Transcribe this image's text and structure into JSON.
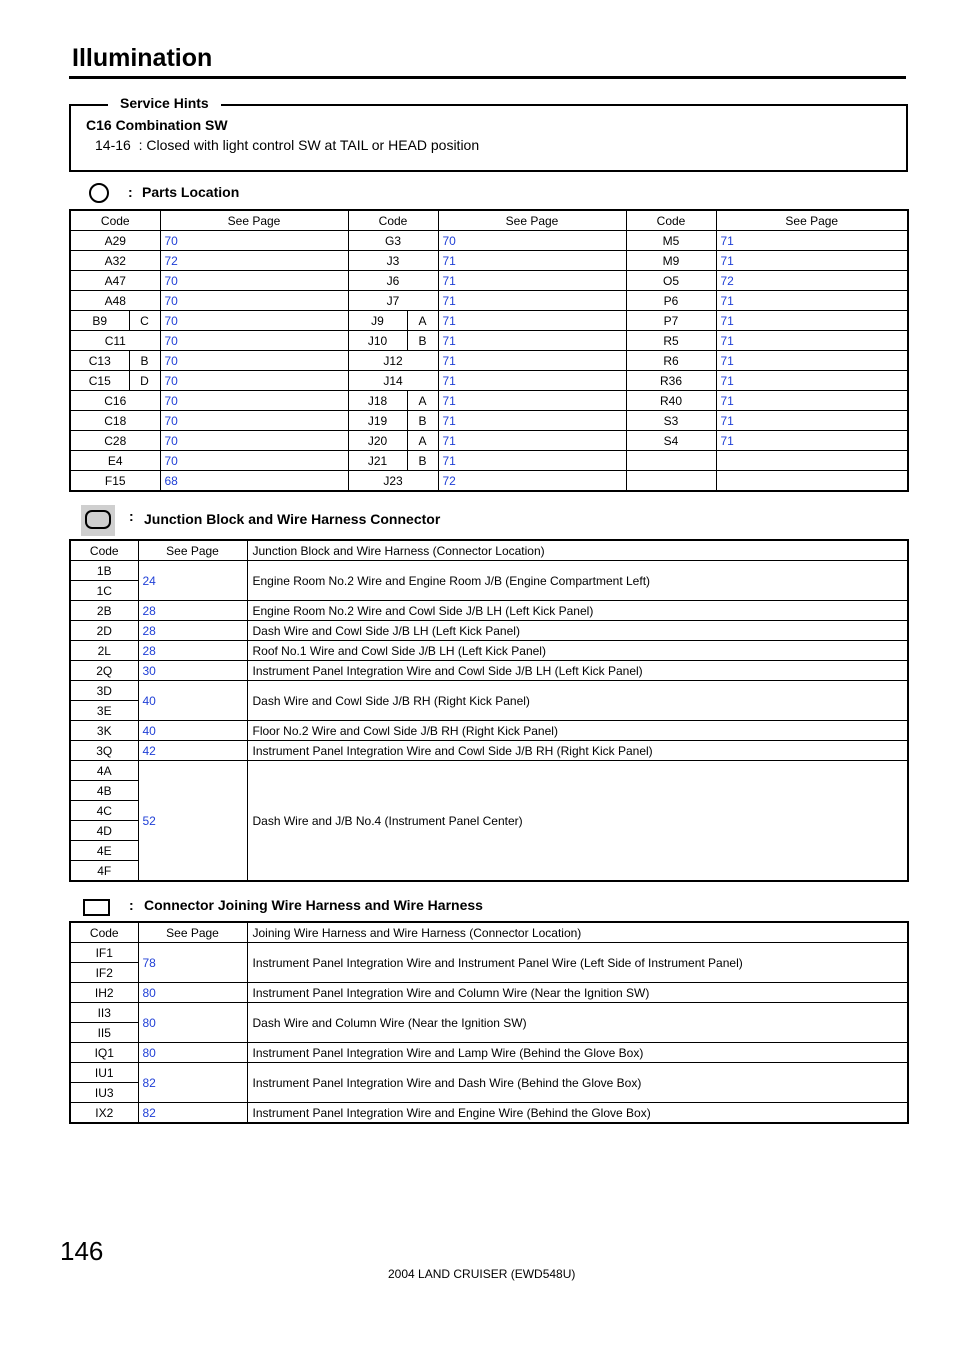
{
  "page": {
    "title": "Illumination",
    "page_number": "146",
    "footer": "2004 LAND CRUISER (EWD548U)"
  },
  "service_hints": {
    "legend": "Service Hints",
    "heading": "C16  Combination SW",
    "text": "14-16  : Closed with light control SW at TAIL or HEAD position"
  },
  "parts_location": {
    "colon": ":",
    "title": "Parts Location",
    "headers": [
      "Code",
      "See Page",
      "Code",
      "See Page",
      "Code",
      "See Page"
    ],
    "rows": [
      [
        {
          "code": "A29",
          "sub": "",
          "page": "70"
        },
        {
          "code": "G3",
          "sub": "",
          "page": "70"
        },
        {
          "code": "M5",
          "sub": "",
          "page": "71"
        }
      ],
      [
        {
          "code": "A32",
          "sub": "",
          "page": "72"
        },
        {
          "code": "J3",
          "sub": "",
          "page": "71"
        },
        {
          "code": "M9",
          "sub": "",
          "page": "71"
        }
      ],
      [
        {
          "code": "A47",
          "sub": "",
          "page": "70"
        },
        {
          "code": "J6",
          "sub": "",
          "page": "71"
        },
        {
          "code": "O5",
          "sub": "",
          "page": "72"
        }
      ],
      [
        {
          "code": "A48",
          "sub": "",
          "page": "70"
        },
        {
          "code": "J7",
          "sub": "",
          "page": "71"
        },
        {
          "code": "P6",
          "sub": "",
          "page": "71"
        }
      ],
      [
        {
          "code": "B9",
          "sub": "C",
          "page": "70"
        },
        {
          "code": "J9",
          "sub": "A",
          "page": "71"
        },
        {
          "code": "P7",
          "sub": "",
          "page": "71"
        }
      ],
      [
        {
          "code": "C11",
          "sub": "",
          "page": "70"
        },
        {
          "code": "J10",
          "sub": "B",
          "page": "71"
        },
        {
          "code": "R5",
          "sub": "",
          "page": "71"
        }
      ],
      [
        {
          "code": "C13",
          "sub": "B",
          "page": "70"
        },
        {
          "code": "J12",
          "sub": "",
          "page": "71"
        },
        {
          "code": "R6",
          "sub": "",
          "page": "71"
        }
      ],
      [
        {
          "code": "C15",
          "sub": "D",
          "page": "70"
        },
        {
          "code": "J14",
          "sub": "",
          "page": "71"
        },
        {
          "code": "R36",
          "sub": "",
          "page": "71"
        }
      ],
      [
        {
          "code": "C16",
          "sub": "",
          "page": "70"
        },
        {
          "code": "J18",
          "sub": "A",
          "page": "71"
        },
        {
          "code": "R40",
          "sub": "",
          "page": "71"
        }
      ],
      [
        {
          "code": "C18",
          "sub": "",
          "page": "70"
        },
        {
          "code": "J19",
          "sub": "B",
          "page": "71"
        },
        {
          "code": "S3",
          "sub": "",
          "page": "71"
        }
      ],
      [
        {
          "code": "C28",
          "sub": "",
          "page": "70"
        },
        {
          "code": "J20",
          "sub": "A",
          "page": "71"
        },
        {
          "code": "S4",
          "sub": "",
          "page": "71"
        }
      ],
      [
        {
          "code": "E4",
          "sub": "",
          "page": "70"
        },
        {
          "code": "J21",
          "sub": "B",
          "page": "71"
        },
        {
          "code": "",
          "sub": "",
          "page": ""
        }
      ],
      [
        {
          "code": "F15",
          "sub": "",
          "page": "68"
        },
        {
          "code": "J23",
          "sub": "",
          "page": "72"
        },
        {
          "code": "",
          "sub": "",
          "page": ""
        }
      ]
    ]
  },
  "junction_block": {
    "colon": ":",
    "title": "Junction Block and Wire Harness Connector",
    "headers": [
      "Code",
      "See Page",
      "Junction Block and Wire Harness (Connector Location)"
    ],
    "groups": [
      {
        "codes": [
          "1B",
          "1C"
        ],
        "page": "24",
        "location": "Engine Room No.2 Wire and Engine Room J/B (Engine Compartment Left)"
      },
      {
        "codes": [
          "2B"
        ],
        "page": "28",
        "location": "Engine Room No.2 Wire and Cowl Side J/B LH (Left Kick Panel)"
      },
      {
        "codes": [
          "2D"
        ],
        "page": "28",
        "location": "Dash Wire and Cowl Side J/B LH (Left Kick Panel)"
      },
      {
        "codes": [
          "2L"
        ],
        "page": "28",
        "location": "Roof No.1 Wire and Cowl Side J/B LH (Left Kick Panel)"
      },
      {
        "codes": [
          "2Q"
        ],
        "page": "30",
        "location": "Instrument Panel Integration Wire and Cowl Side J/B LH (Left Kick Panel)"
      },
      {
        "codes": [
          "3D",
          "3E"
        ],
        "page": "40",
        "location": "Dash Wire and Cowl Side J/B RH (Right Kick Panel)"
      },
      {
        "codes": [
          "3K"
        ],
        "page": "40",
        "location": "Floor No.2 Wire and Cowl Side J/B RH (Right Kick Panel)"
      },
      {
        "codes": [
          "3Q"
        ],
        "page": "42",
        "location": "Instrument Panel Integration Wire and Cowl Side J/B RH (Right Kick Panel)"
      },
      {
        "codes": [
          "4A",
          "4B",
          "4C",
          "4D",
          "4E",
          "4F"
        ],
        "page": "52",
        "location": "Dash Wire and J/B No.4 (Instrument Panel Center)"
      }
    ]
  },
  "connector_joining": {
    "colon": ":",
    "title": "Connector Joining Wire Harness and Wire Harness",
    "headers": [
      "Code",
      "See Page",
      "Joining Wire Harness and Wire Harness (Connector Location)"
    ],
    "groups": [
      {
        "codes": [
          "IF1",
          "IF2"
        ],
        "page": "78",
        "location": "Instrument Panel Integration Wire and Instrument Panel Wire (Left Side of Instrument Panel)"
      },
      {
        "codes": [
          "IH2"
        ],
        "page": "80",
        "location": "Instrument Panel Integration Wire and Column Wire (Near the Ignition SW)"
      },
      {
        "codes": [
          "II3",
          "II5"
        ],
        "page": "80",
        "location": "Dash Wire and Column Wire (Near the Ignition SW)"
      },
      {
        "codes": [
          "IQ1"
        ],
        "page": "80",
        "location": "Instrument Panel Integration Wire and Lamp Wire (Behind the Glove Box)"
      },
      {
        "codes": [
          "IU1",
          "IU3"
        ],
        "page": "82",
        "location": "Instrument Panel Integration Wire and Dash Wire (Behind the Glove Box)"
      },
      {
        "codes": [
          "IX2"
        ],
        "page": "82",
        "location": "Instrument Panel Integration Wire and Engine Wire (Behind the Glove Box)"
      }
    ]
  },
  "icons": [
    "circle-icon",
    "rounded-rect-icon",
    "rectangle-icon"
  ],
  "colors": {
    "link": "#1f3fd6",
    "icon_bg": "#cfcfcf"
  }
}
